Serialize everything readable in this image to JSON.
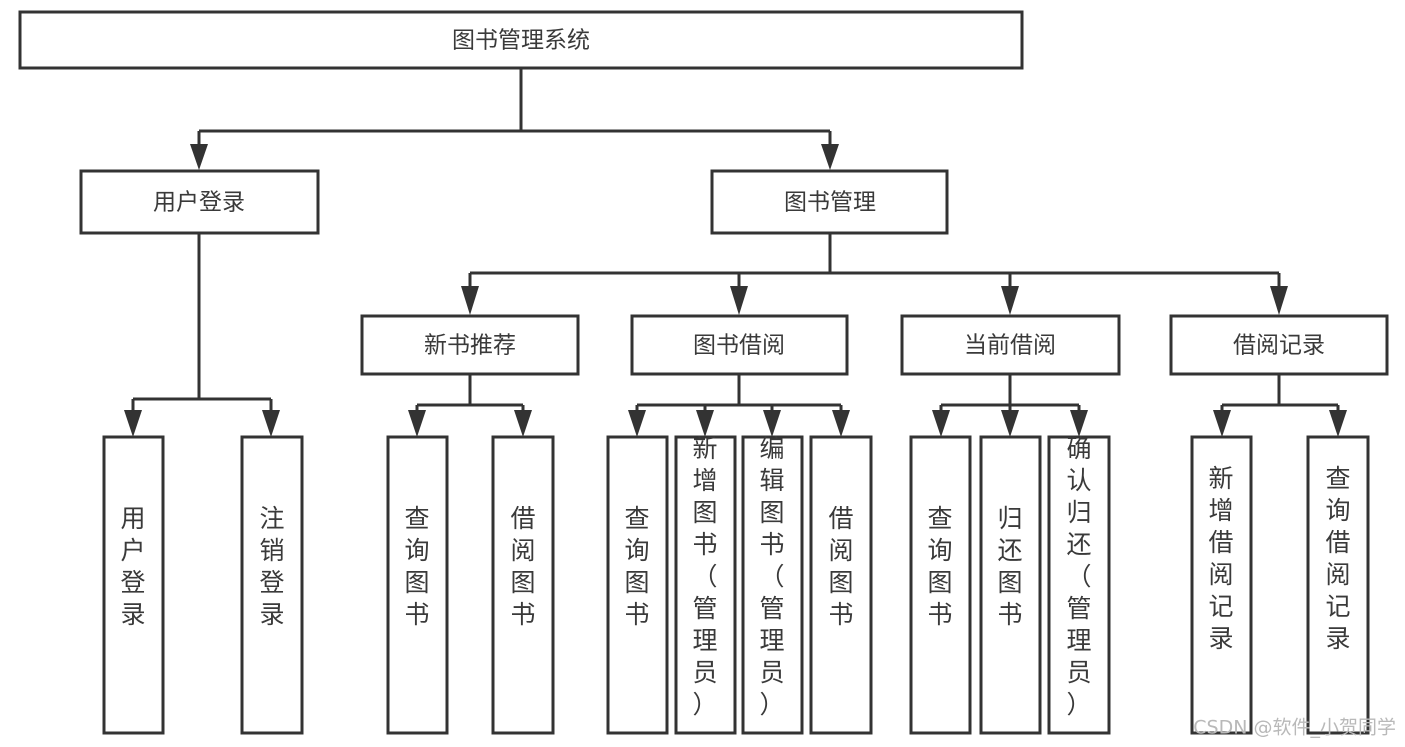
{
  "diagram": {
    "title": "图书管理系统",
    "type": "tree-hierarchy-diagram",
    "colors": {
      "box_stroke": "#333333",
      "box_fill": "#ffffff",
      "label_text": "#3a3a3a",
      "background": "#ffffff",
      "watermark": "#b9b9b9"
    },
    "root": {
      "label": "图书管理系统"
    },
    "level2": [
      {
        "label": "用户登录"
      },
      {
        "label": "图书管理"
      }
    ],
    "level3": [
      {
        "label": "新书推荐"
      },
      {
        "label": "图书借阅"
      },
      {
        "label": "当前借阅"
      },
      {
        "label": "借阅记录"
      }
    ],
    "leaves": {
      "user_login": [
        {
          "label": "用户登录"
        },
        {
          "label": "注销登录"
        }
      ],
      "new_book_recommend": [
        {
          "label": "查询图书"
        },
        {
          "label": "借阅图书"
        }
      ],
      "book_borrow": [
        {
          "label": "查询图书"
        },
        {
          "label": "新增图书（管理员）"
        },
        {
          "label": "编辑图书（管理员）"
        },
        {
          "label": "借阅图书"
        }
      ],
      "current_borrow": [
        {
          "label": "查询图书"
        },
        {
          "label": "归还图书"
        },
        {
          "label": "确认归还（管理员）"
        }
      ],
      "borrow_record": [
        {
          "label": "新增借阅记录"
        },
        {
          "label": "查询借阅记录"
        }
      ]
    }
  },
  "watermark": {
    "text": "CSDN @软件_小贺同学"
  }
}
